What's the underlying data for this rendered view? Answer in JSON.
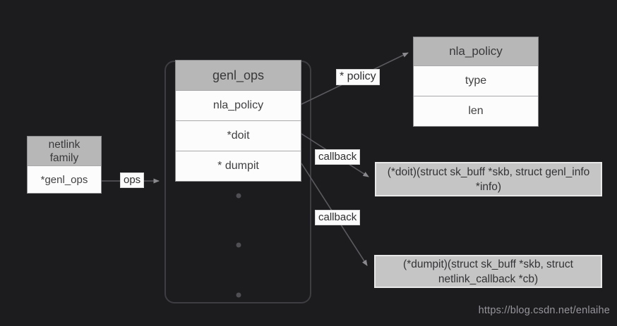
{
  "colors": {
    "background": "#1c1c1e",
    "struct_header_fill": "#b7b7b7",
    "struct_row_fill": "#fcfcfc",
    "signature_box_fill": "#c5c5c5",
    "signature_box_border": "#e8e8e8",
    "connector_line": "#5a5a5f",
    "container_outline": "#3d3d42",
    "watermark_text": "#96969c"
  },
  "structs": {
    "netlink_family": {
      "title_line1": "netlink",
      "title_line2": "family",
      "fields": [
        "*genl_ops"
      ]
    },
    "genl_ops": {
      "title": "genl_ops",
      "fields": [
        "nla_policy",
        "*doit",
        "* dumpit"
      ]
    },
    "nla_policy": {
      "title": "nla_policy",
      "fields": [
        "type",
        "len"
      ]
    }
  },
  "edges": {
    "ops_label": "ops",
    "policy_label": "* policy",
    "doit_callback_label": "callback",
    "dumpit_callback_label": "callback"
  },
  "callback_boxes": {
    "doit_signature": "(*doit)(struct sk_buff *skb, struct genl_info *info)",
    "dumpit_signature": "(*dumpit)(struct sk_buff *skb, struct netlink_callback *cb)"
  },
  "watermark": "https://blog.csdn.net/enlaihe"
}
